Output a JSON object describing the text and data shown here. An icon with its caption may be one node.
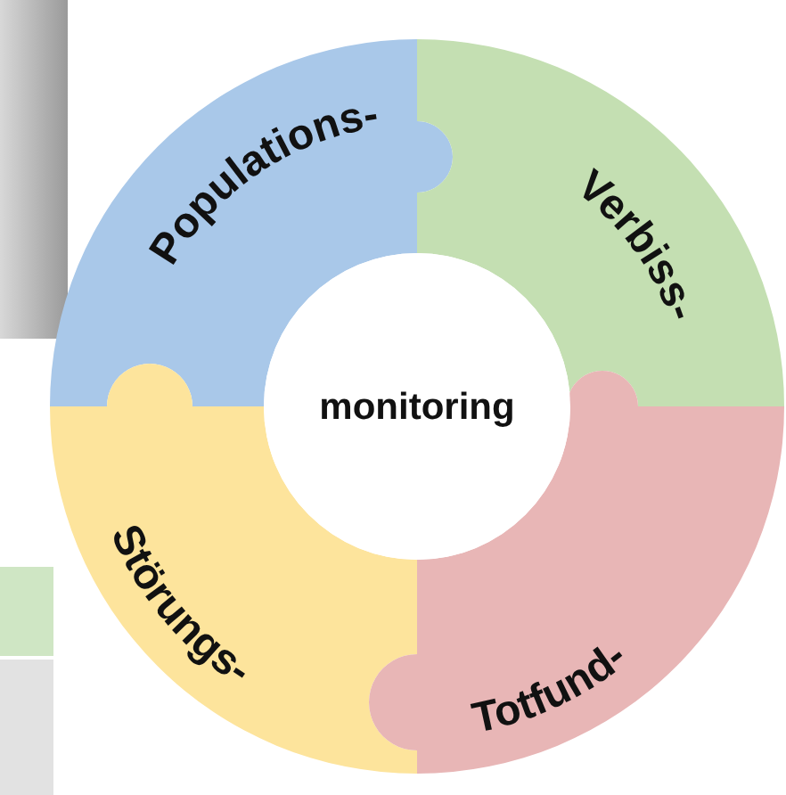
{
  "diagram": {
    "nodes": [
      {
        "text": [
          "Populations-"
        ]
      },
      {
        "text": [
          "Verbiss-"
        ]
      },
      {
        "text": [
          "monitoring"
        ]
      },
      {
        "text": [
          "Störungs-"
        ]
      },
      {
        "text": [
          "Totfund-"
        ]
      }
    ]
  }
}
